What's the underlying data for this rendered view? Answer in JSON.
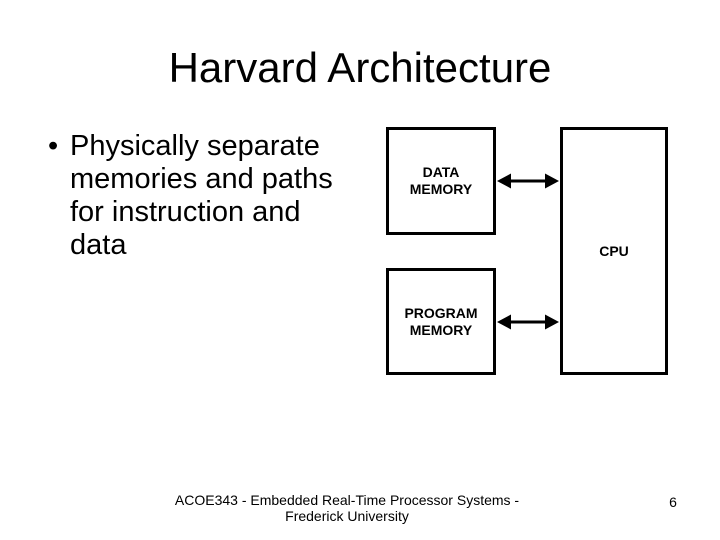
{
  "slide": {
    "title": "Harvard Architecture",
    "bullet": {
      "marker": "•",
      "text": "Physically separate memories and paths for instruction and data"
    },
    "diagram": {
      "boxes": [
        {
          "id": "data-memory",
          "label": "DATA MEMORY"
        },
        {
          "id": "program-memory",
          "label": "PROGRAM MEMORY"
        },
        {
          "id": "cpu",
          "label": "CPU"
        }
      ],
      "connections": [
        {
          "from": "data-memory",
          "to": "cpu",
          "type": "bidirectional-arrow"
        },
        {
          "from": "program-memory",
          "to": "cpu",
          "type": "bidirectional-arrow"
        }
      ]
    },
    "footer": "ACOE343 - Embedded Real-Time Processor Systems - Frederick University",
    "slide_number": "6",
    "colors": {
      "background": "#ffffff",
      "foreground": "#000000"
    }
  }
}
